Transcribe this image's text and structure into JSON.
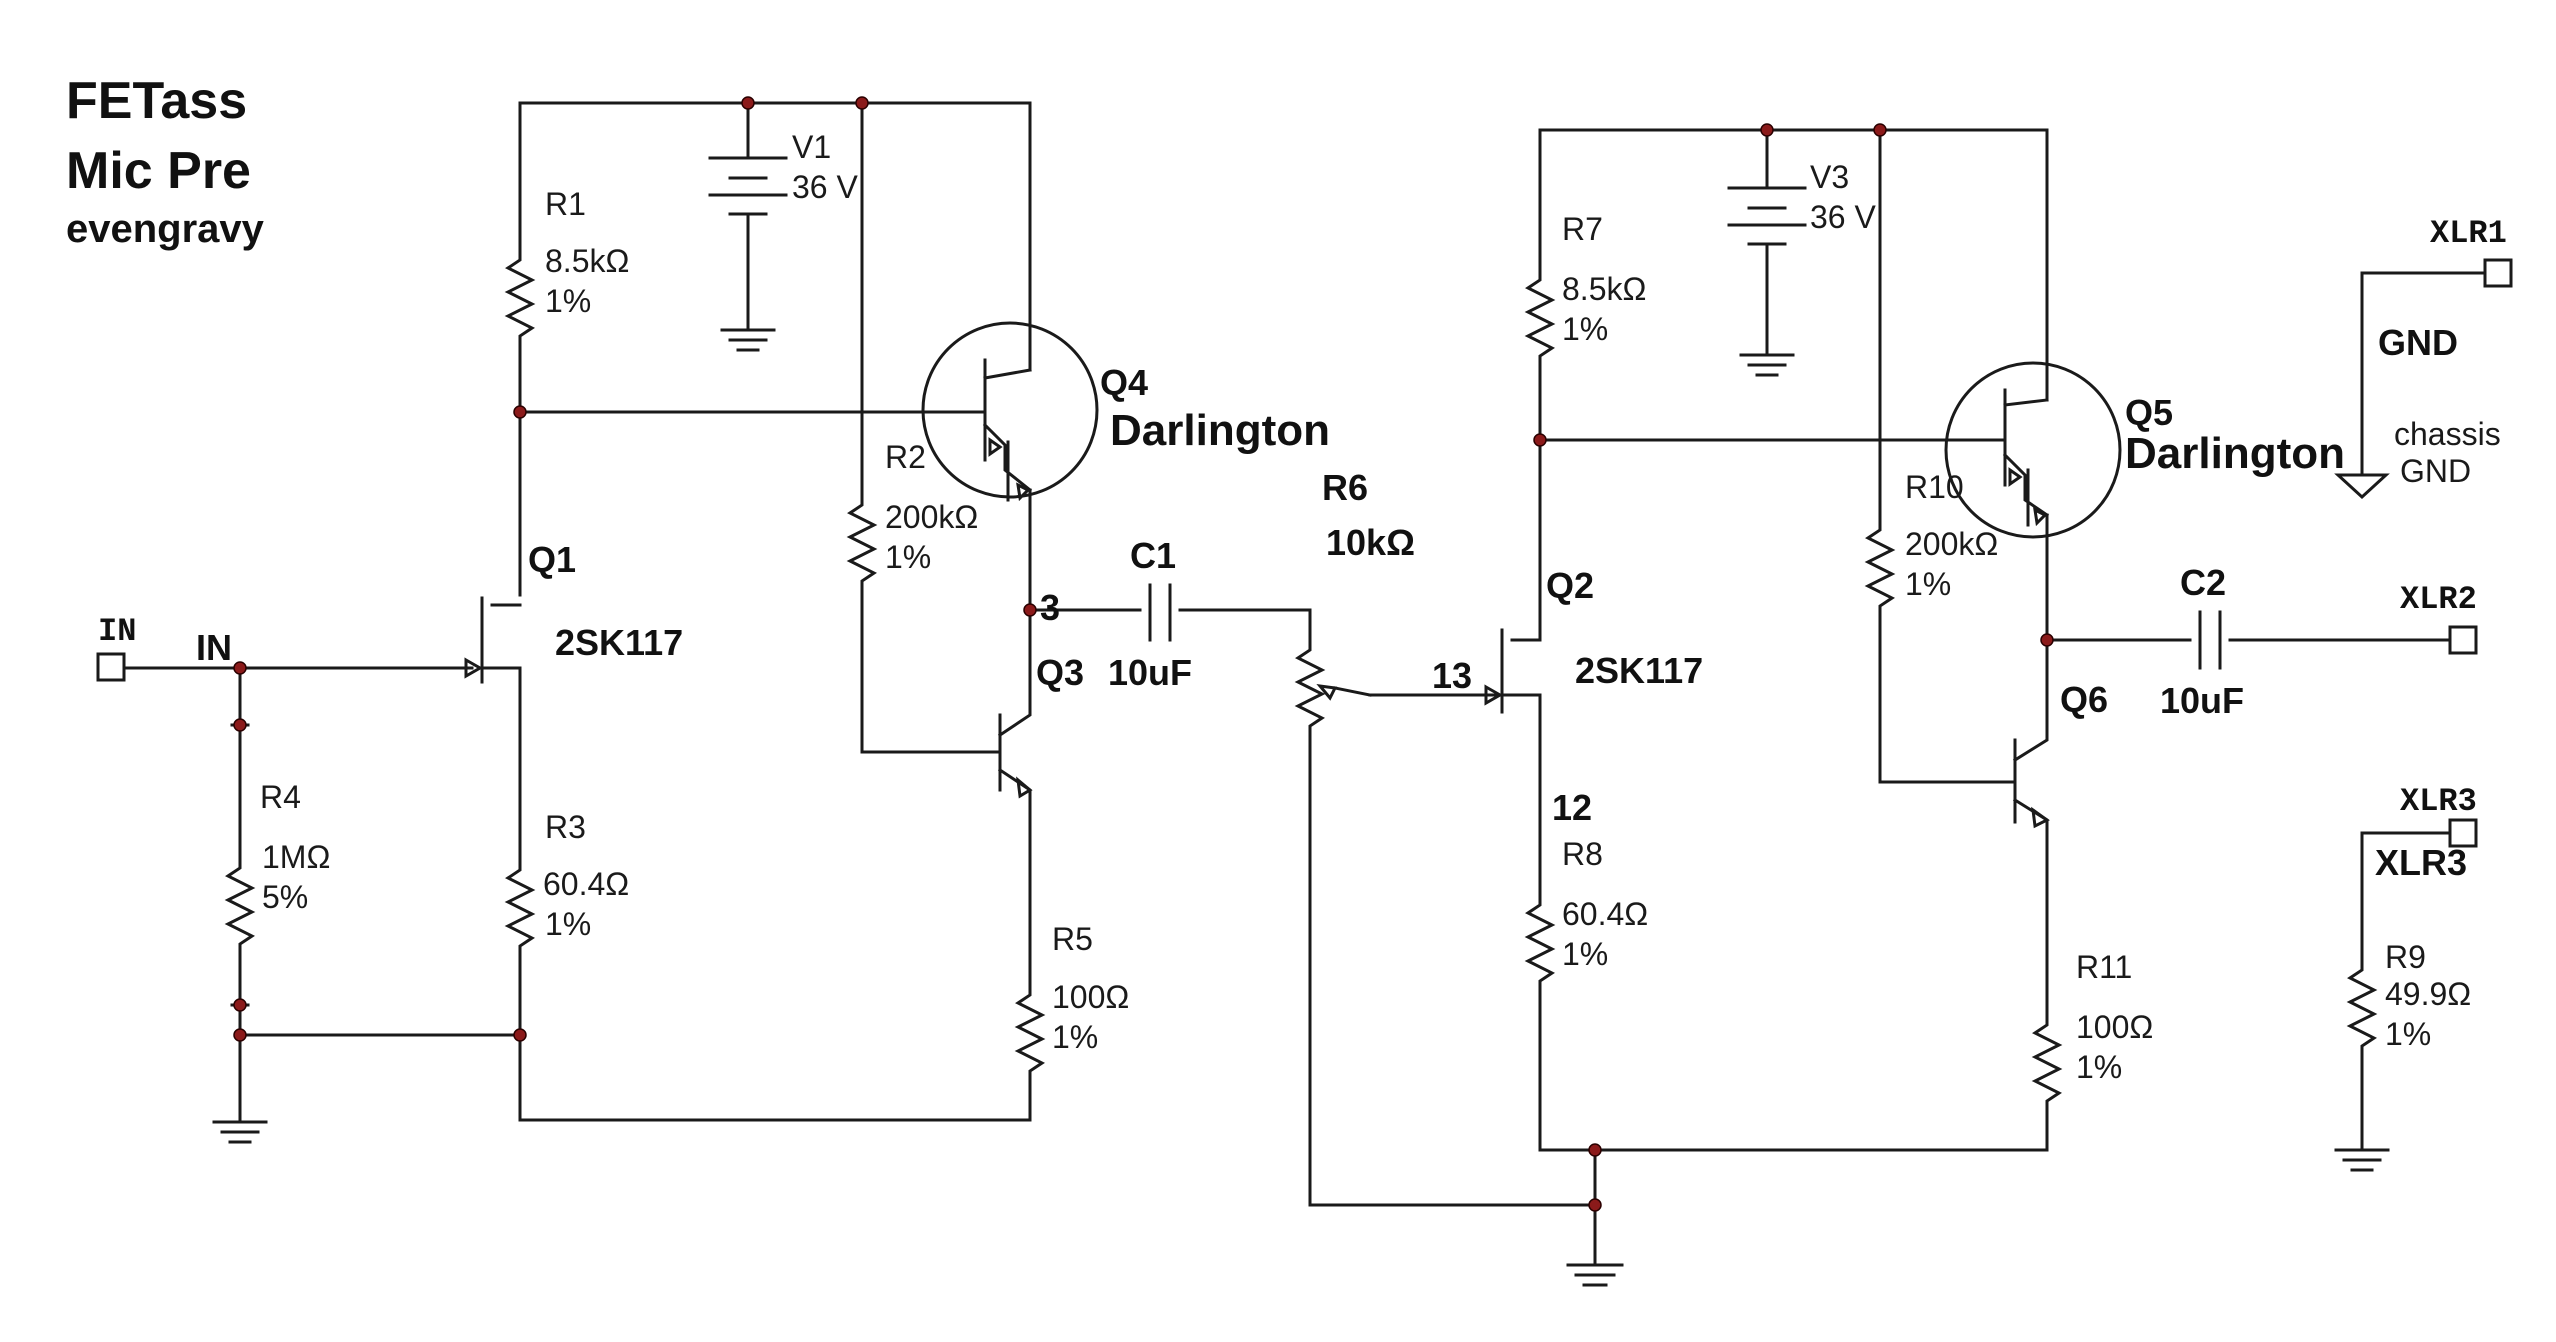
{
  "title": {
    "line1": "FETass",
    "line2": "Mic Pre",
    "author": "evengravy"
  },
  "sources": {
    "V1": {
      "ref": "V1",
      "value": "36 V"
    },
    "V3": {
      "ref": "V3",
      "value": "36 V"
    }
  },
  "resistors": {
    "R1": {
      "ref": "R1",
      "value": "8.5kΩ",
      "tol": "1%"
    },
    "R2": {
      "ref": "R2",
      "value": "200kΩ",
      "tol": "1%"
    },
    "R3": {
      "ref": "R3",
      "value": "60.4Ω",
      "tol": "1%"
    },
    "R4": {
      "ref": "R4",
      "value": "1MΩ",
      "tol": "5%"
    },
    "R5": {
      "ref": "R5",
      "value": "100Ω",
      "tol": "1%"
    },
    "R6": {
      "ref": "R6",
      "value": "10kΩ"
    },
    "R7": {
      "ref": "R7",
      "value": "8.5kΩ",
      "tol": "1%"
    },
    "R8": {
      "ref": "R8",
      "value": "60.4Ω",
      "tol": "1%"
    },
    "R9": {
      "ref": "R9",
      "value": "49.9Ω",
      "tol": "1%"
    },
    "R10": {
      "ref": "R10",
      "value": "200kΩ",
      "tol": "1%"
    },
    "R11": {
      "ref": "R11",
      "value": "100Ω",
      "tol": "1%"
    }
  },
  "capacitors": {
    "C1": {
      "ref": "C1",
      "value": "10uF"
    },
    "C2": {
      "ref": "C2",
      "value": "10uF"
    }
  },
  "transistors": {
    "Q1": {
      "ref": "Q1",
      "part": "2SK117"
    },
    "Q2": {
      "ref": "Q2",
      "part": "2SK117"
    },
    "Q3": {
      "ref": "Q3"
    },
    "Q4": {
      "ref": "Q4",
      "part": "Darlington"
    },
    "Q5": {
      "ref": "Q5",
      "part": "Darlington"
    },
    "Q6": {
      "ref": "Q6"
    }
  },
  "ports": {
    "in_box": "IN",
    "in_net": "IN",
    "xlr1": "XLR1",
    "xlr2": "XLR2",
    "xlr3": "XLR3",
    "xlr3_net": "XLR3",
    "gnd": "GND"
  },
  "nets": {
    "n3": "3",
    "n13": "13",
    "n12": "12"
  },
  "chassis": {
    "line1": "chassis",
    "line2": "GND"
  }
}
